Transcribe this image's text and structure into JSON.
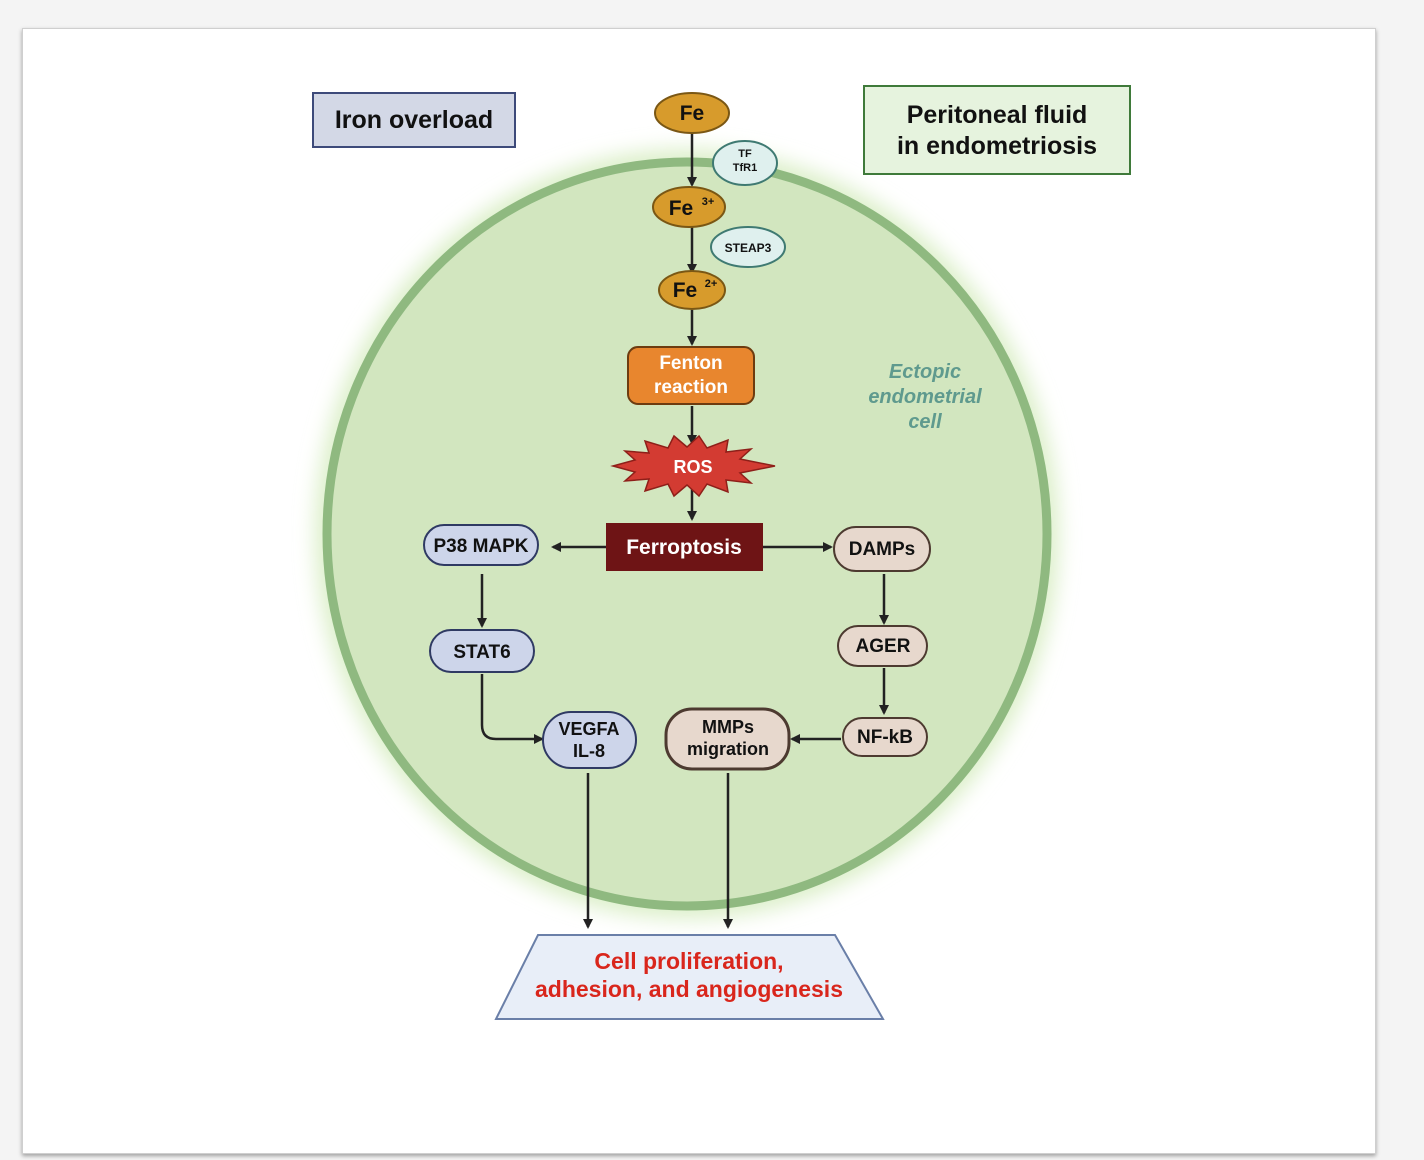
{
  "labels": {
    "iron_overload": "Iron overload",
    "peritoneal_fluid": [
      "Peritoneal fluid",
      "in endometriosis"
    ],
    "cell_label": [
      "Ectopic",
      "endometrial",
      "cell"
    ],
    "fe": "Fe",
    "fe3_base": "Fe",
    "fe3_sup": "3+",
    "fe2_base": "Fe",
    "fe2_sup": "2+",
    "tf_tfr1": [
      "TF",
      "TfR1"
    ],
    "steap3": "STEAP3",
    "fenton": [
      "Fenton",
      "reaction"
    ],
    "ros": "ROS",
    "ferroptosis": "Ferroptosis",
    "p38": "P38 MAPK",
    "stat6": "STAT6",
    "vegfa": [
      "VEGFA",
      "IL-8"
    ],
    "damps": "DAMPs",
    "ager": "AGER",
    "nfkb": "NF-kB",
    "mmps": [
      "MMPs",
      "migration"
    ],
    "outcome": [
      "Cell proliferation,",
      "adhesion, and angiogenesis"
    ]
  },
  "colors": {
    "cell_fill": "#d2e6bf",
    "cell_border": "#8fb980",
    "iron_box": "#d3d8e6",
    "peritoneal_box": "#e6f3de",
    "iron_node": "#d79b2c",
    "transporter": "#dff0ee",
    "fenton": "#e8862e",
    "ros": "#d33b32",
    "ferroptosis": "#6e1415",
    "left_path": "#cdd5ea",
    "right_path": "#e7d8cd",
    "outcome_fill": "#e8eef8",
    "outcome_text": "#d9261c",
    "cell_label_text": "#5f9a8e"
  }
}
